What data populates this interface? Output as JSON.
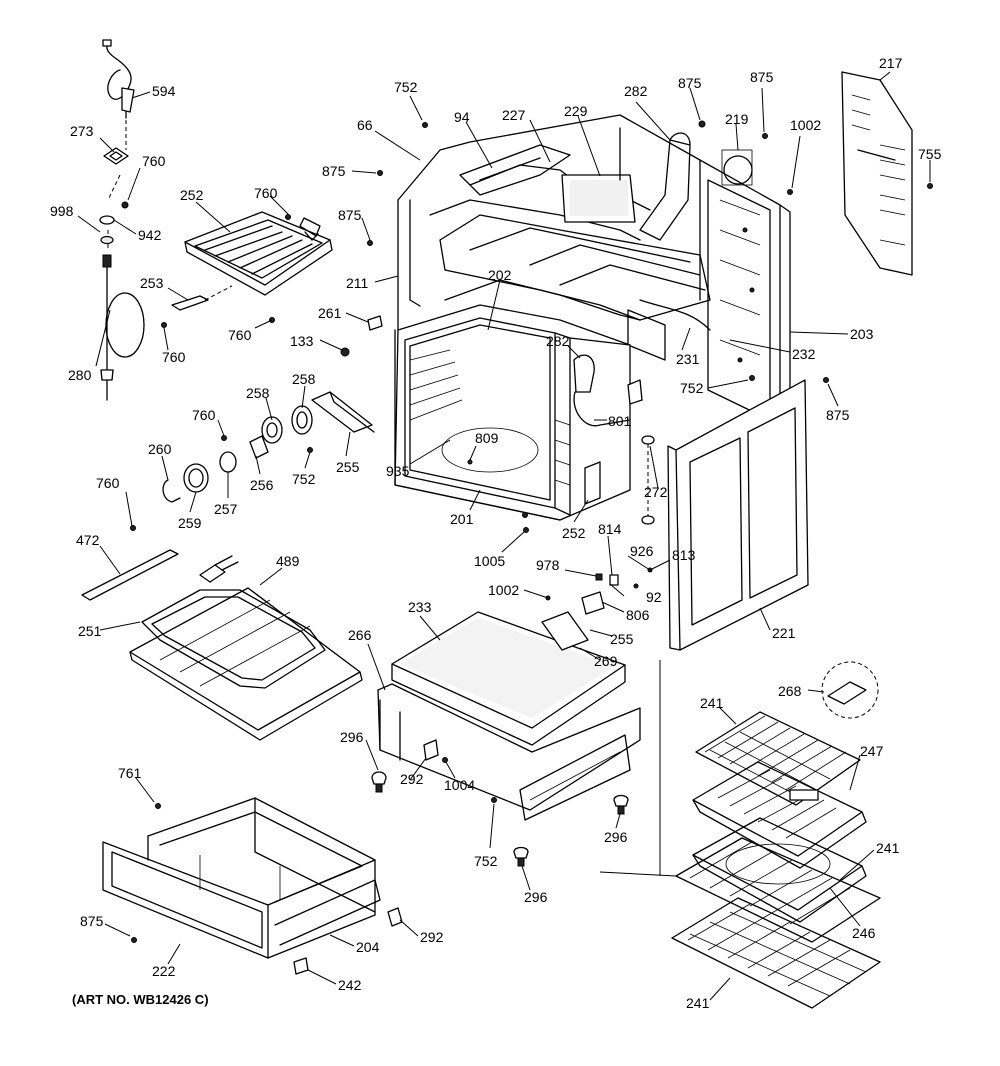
{
  "caption": "(ART NO. WB12426 C)",
  "labels": {
    "p594": "594",
    "p273": "273",
    "p760a": "760",
    "p998": "998",
    "p942": "942",
    "p252a": "252",
    "p760b": "760",
    "p253": "253",
    "p760c": "760",
    "p760d": "760",
    "p280": "280",
    "p752a": "752",
    "p66": "66",
    "p94": "94",
    "p227": "227",
    "p229": "229",
    "p282a": "282",
    "p875a": "875",
    "p875b": "875",
    "p219": "219",
    "p1002a": "1002",
    "p217": "217",
    "p755": "755",
    "p875c": "875",
    "p875d": "875",
    "p211": "211",
    "p202": "202",
    "p261": "261",
    "p133": "133",
    "p282b": "282",
    "p231": "231",
    "p232": "232",
    "p203": "203",
    "p752b": "752",
    "p875e": "875",
    "p801": "801",
    "p258a": "258",
    "p258b": "258",
    "p760e": "760",
    "p255a": "255",
    "p752c": "752",
    "p260": "260",
    "p256": "256",
    "p257": "257",
    "p259": "259",
    "p809": "809",
    "p935": "935",
    "p201": "201",
    "p272": "272",
    "p252b": "252",
    "p760f": "760",
    "p472": "472",
    "p489": "489",
    "p251": "251",
    "p1005": "1005",
    "p814": "814",
    "p926": "926",
    "p813": "813",
    "p978": "978",
    "p92": "92",
    "p1002b": "1002",
    "p806": "806",
    "p233": "233",
    "p255b": "255",
    "p221": "221",
    "p269": "269",
    "p266": "266",
    "p268": "268",
    "p241a": "241",
    "p247": "247",
    "p296a": "296",
    "p292a": "292",
    "p1004": "1004",
    "p761": "761",
    "p752d": "752",
    "p296b": "296",
    "p241b": "241",
    "p296c": "296",
    "p246": "246",
    "p875f": "875",
    "p292b": "292",
    "p204": "204",
    "p222": "222",
    "p242": "242",
    "p241c": "241"
  }
}
